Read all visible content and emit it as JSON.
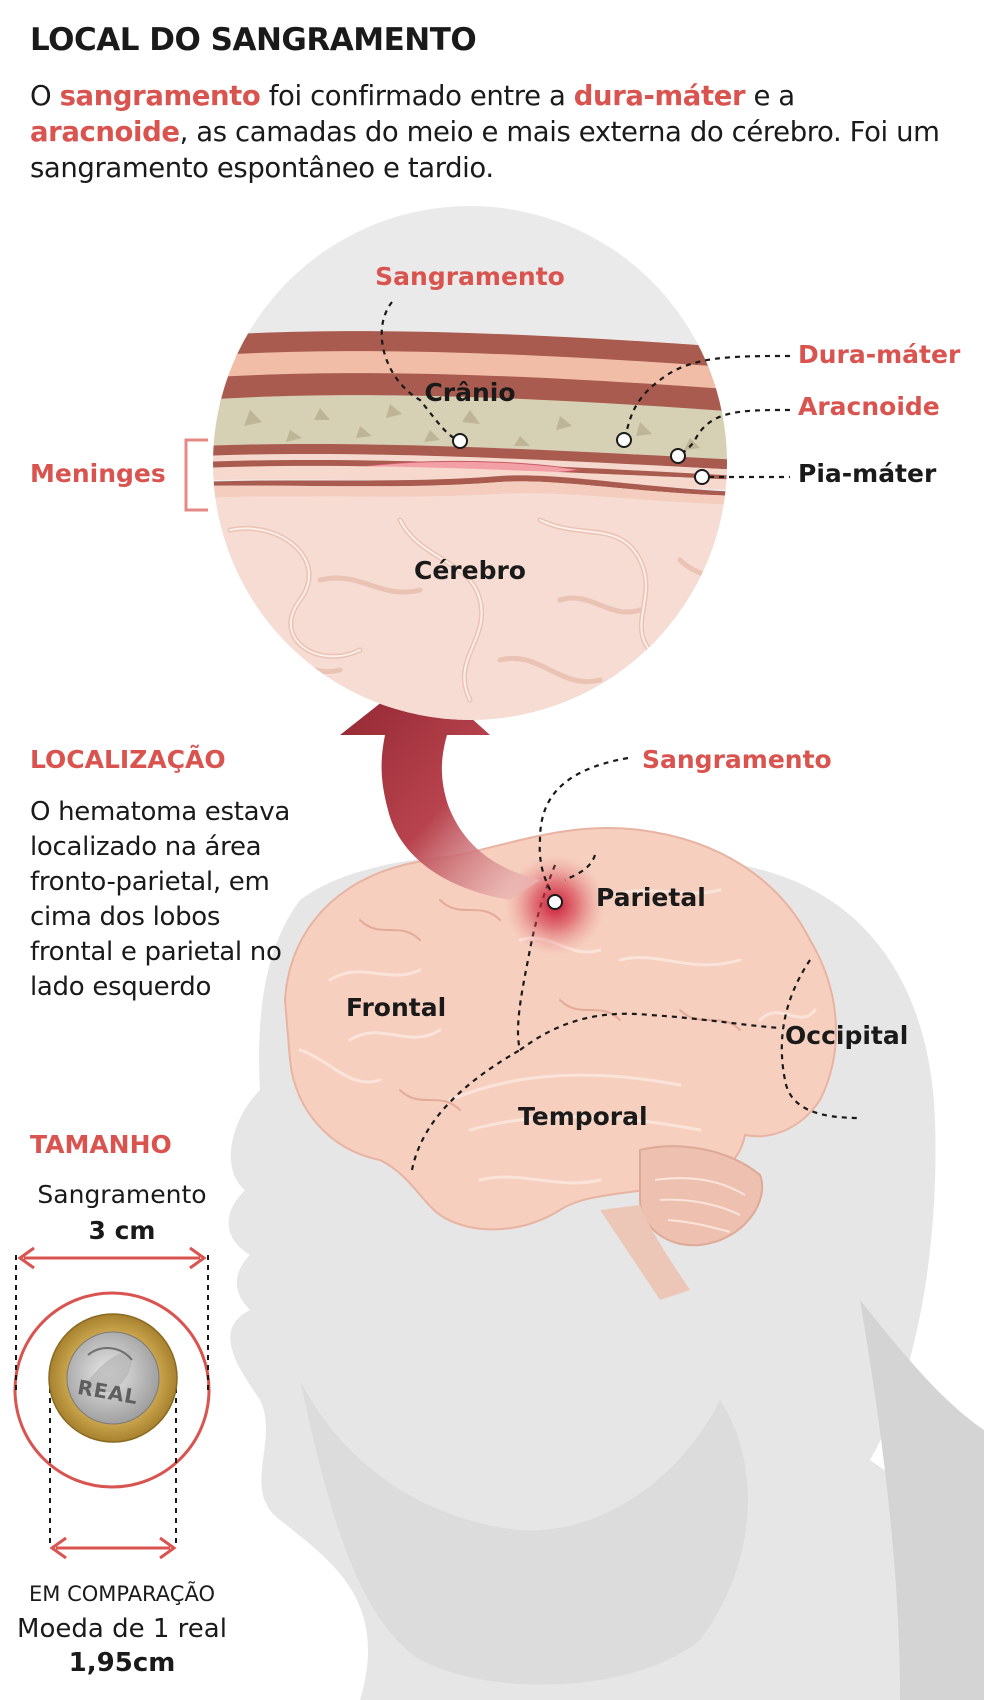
{
  "header": {
    "title": "LOCAL DO SANGRAMENTO",
    "intro": {
      "t1": "O ",
      "h1": "sangramento",
      "t2": " foi confirmado entre a ",
      "h2": "dura-máter",
      "t3": " e a ",
      "h3": "aracnoide",
      "t4": ", as camadas do meio e mais externa do cérebro. Foi um sangramento espontâneo e tardio."
    }
  },
  "zoom": {
    "bleed_label": "Sangramento",
    "skull_label": "Crânio",
    "brain_label": "Cérebro",
    "meninges_label": "Meninges",
    "dura_label": "Dura-máter",
    "arachnoid_label": "Aracnoide",
    "pia_label": "Pia-máter"
  },
  "location": {
    "heading": "LOCALIZAÇÃO",
    "body": "O hematoma estava localizado na área fronto-parietal, em cima dos lobos frontal e parietal no lado esquerdo"
  },
  "brain": {
    "bleed_label": "Sangramento",
    "lobes": {
      "frontal": "Frontal",
      "parietal": "Parietal",
      "occipital": "Occipital",
      "temporal": "Temporal"
    }
  },
  "size": {
    "heading": "TAMANHO",
    "bleed_label": "Sangramento",
    "bleed_size": "3 cm",
    "comparison_label": "EM COMPARAÇÃO",
    "coin_label": "Moeda de 1 real",
    "coin_size": "1,95cm",
    "coin_text": "REAL"
  },
  "colors": {
    "accent": "#d9534f",
    "skin": "#f7d3c6",
    "silhouette": "#e3e3e3",
    "dark_red": "#8e2530"
  }
}
